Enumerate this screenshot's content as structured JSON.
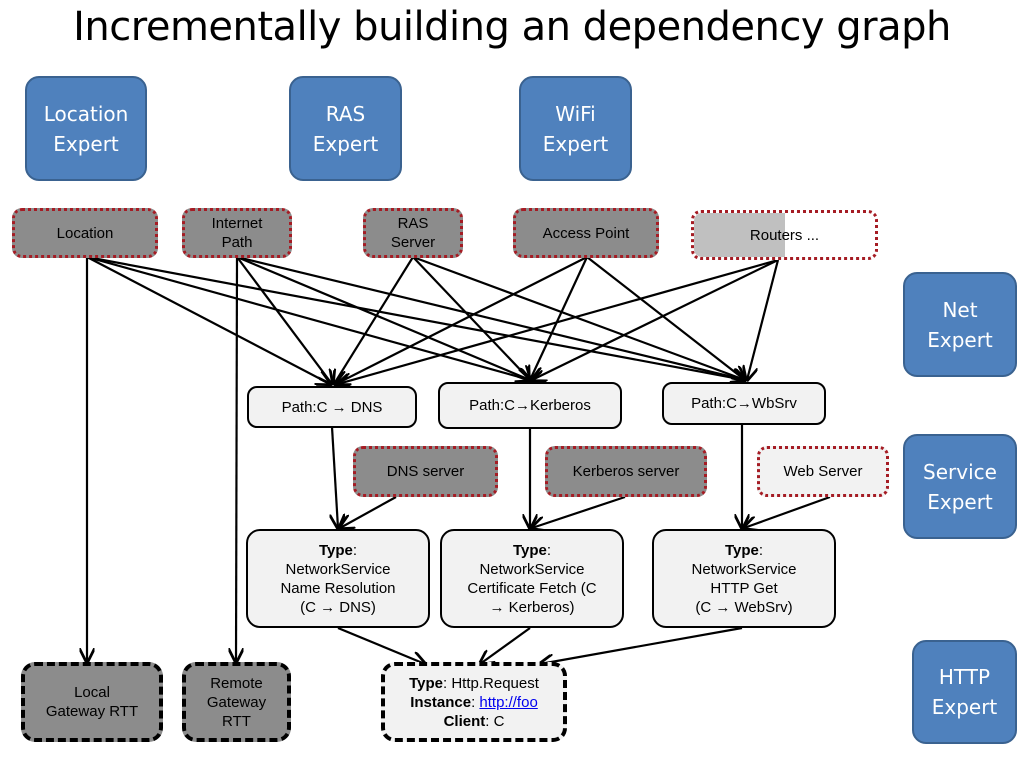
{
  "title": "Incrementally building an dependency graph",
  "experts": {
    "location": [
      "Location",
      "Expert"
    ],
    "ras": [
      "RAS",
      "Expert"
    ],
    "wifi": [
      "WiFi",
      "Expert"
    ],
    "net": [
      "Net",
      "Expert"
    ],
    "service": [
      "Service",
      "Expert"
    ],
    "http": [
      "HTTP",
      "Expert"
    ]
  },
  "sources": {
    "location": "Location",
    "internet_path": [
      "Internet",
      "Path"
    ],
    "ras_server": [
      "RAS",
      "Server"
    ],
    "access_point": "Access Point",
    "routers": "Routers ..."
  },
  "paths": {
    "dns": "Path:C → DNS",
    "kerberos": "Path:C→Kerberos",
    "websrv": "Path:C→WbSrv"
  },
  "servers": {
    "dns": "DNS server",
    "kerberos": "Kerberos server",
    "web": "Web Server"
  },
  "services": {
    "type_label": "Type",
    "dns": [
      "NetworkService",
      "Name Resolution",
      "(C → DNS)"
    ],
    "kerberos": [
      "NetworkService",
      "Certificate Fetch (C",
      "→ Kerberos)"
    ],
    "web": [
      "NetworkService",
      "HTTP Get",
      "(C → WebSrv)"
    ]
  },
  "outputs": {
    "local_rtt": [
      "Local",
      "Gateway RTT"
    ],
    "remote_rtt": [
      "Remote",
      "Gateway",
      "RTT"
    ],
    "http_request": {
      "type_label": "Type",
      "type_value": "Http.Request",
      "instance_label": "Instance",
      "instance_value": "http://foo",
      "client_label": "Client",
      "client_value": "C"
    }
  },
  "colors": {
    "expert_fill": "#4f81bd",
    "evidence_border": "#a51c24",
    "evidence_fill": "#8c8c8c",
    "node_fill": "#f2f2f2"
  },
  "routers_progress_fraction": 0.5
}
